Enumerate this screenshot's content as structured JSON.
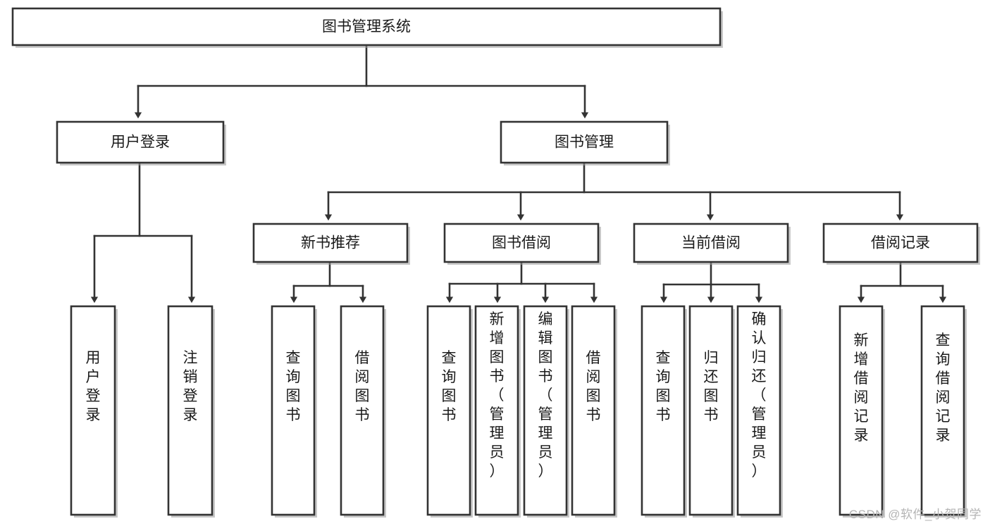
{
  "diagram": {
    "title": "图书管理系统",
    "type": "tree",
    "orientation": "top-down",
    "colors": {
      "box_fill": "#ffffff",
      "box_stroke": "#333333",
      "text": "#1a1a1a",
      "background": "#ffffff",
      "watermark": "#b4b4b4"
    },
    "nodes": {
      "root": {
        "label": "图书管理系统",
        "level": 0
      },
      "level1": [
        {
          "id": "user-login",
          "label": "用户登录"
        },
        {
          "id": "book-management",
          "label": "图书管理"
        }
      ],
      "level2": [
        {
          "id": "new-book-recommend",
          "label": "新书推荐",
          "parent": "book-management"
        },
        {
          "id": "book-borrow",
          "label": "图书借阅",
          "parent": "book-management"
        },
        {
          "id": "current-borrow",
          "label": "当前借阅",
          "parent": "book-management"
        },
        {
          "id": "borrow-record",
          "label": "借阅记录",
          "parent": "book-management"
        }
      ],
      "leaves": {
        "user-login": [
          {
            "id": "leaf-user-login",
            "label": "用户登录"
          },
          {
            "id": "leaf-logout-login",
            "label": "注销登录"
          }
        ],
        "new-book-recommend": [
          {
            "id": "leaf-query-book-1",
            "label": "查询图书"
          },
          {
            "id": "leaf-borrow-book-1",
            "label": "借阅图书"
          }
        ],
        "book-borrow": [
          {
            "id": "leaf-query-book-2",
            "label": "查询图书"
          },
          {
            "id": "leaf-add-book",
            "label": "新增图书（管理员）"
          },
          {
            "id": "leaf-edit-book",
            "label": "编辑图书（管理员）"
          },
          {
            "id": "leaf-borrow-book-2",
            "label": "借阅图书"
          }
        ],
        "current-borrow": [
          {
            "id": "leaf-query-book-3",
            "label": "查询图书"
          },
          {
            "id": "leaf-return-book",
            "label": "归还图书"
          },
          {
            "id": "leaf-confirm-return",
            "label": "确认归还（管理员）"
          }
        ],
        "borrow-record": [
          {
            "id": "leaf-add-record",
            "label": "新增借阅记录"
          },
          {
            "id": "leaf-query-record",
            "label": "查询借阅记录"
          }
        ]
      }
    },
    "watermark": "CSDN @软件_小贺同学"
  }
}
